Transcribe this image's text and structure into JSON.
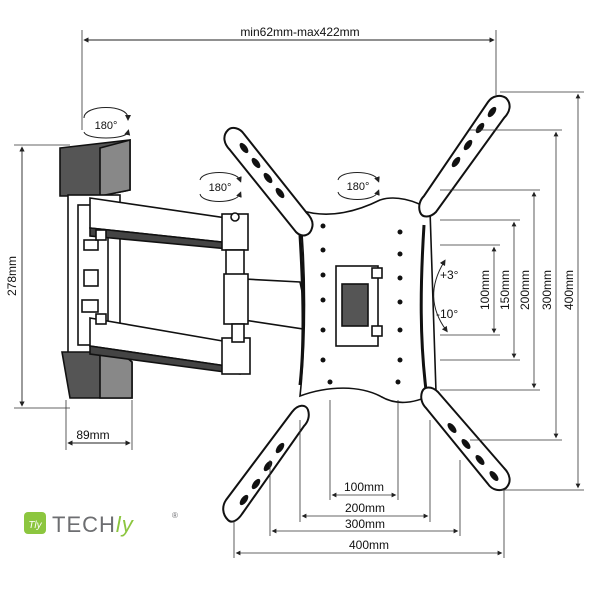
{
  "dimensions": {
    "depth_range": "min62mm-max422mm",
    "wall_height": "278mm",
    "wall_width": "89mm",
    "vesa_horizontal": [
      "100mm",
      "200mm",
      "300mm",
      "400mm"
    ],
    "vesa_vertical": [
      "100mm",
      "150mm",
      "200mm",
      "300mm",
      "400mm"
    ]
  },
  "rotations": {
    "wall_swivel": "180°",
    "arm_swivel": "180°",
    "plate_rotate": "180°"
  },
  "tilt": {
    "up": "+3°",
    "down": "-10°"
  },
  "brand": {
    "badge": "Tly",
    "name_main": "TECH",
    "name_suffix": "ly",
    "registered": "®",
    "color_green": "#8cc63f",
    "color_gray": "#6d6e71"
  }
}
